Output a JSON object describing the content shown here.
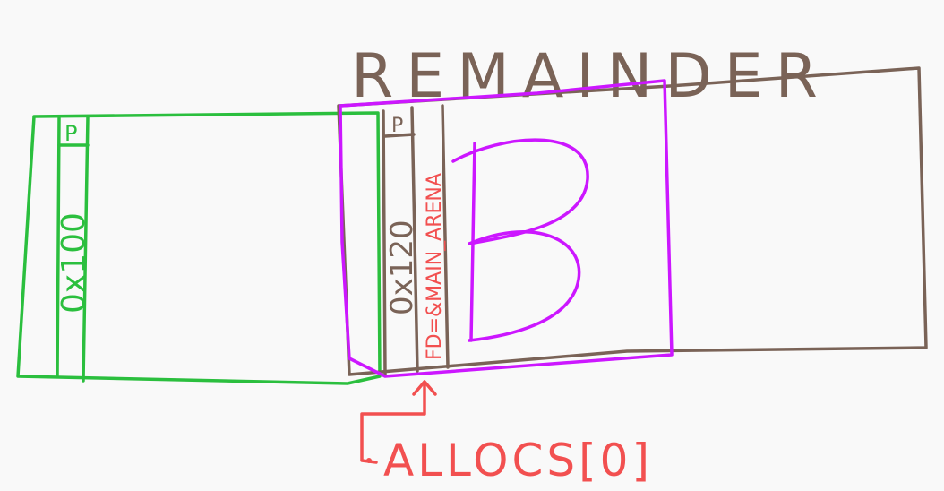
{
  "diagram": {
    "title": "REMAINDER",
    "green_chunk": {
      "size_label": "0x100",
      "flag_label": "P",
      "color": "#2bbf3e"
    },
    "remainder_chunk": {
      "size_label": "0x120",
      "flag_label": "P",
      "fd_label": "FD=&MAIN_ARENA",
      "color": "#7a6357"
    },
    "b_chunk": {
      "label": "B",
      "color": "#cc17ff"
    },
    "pointer": {
      "label": "ALLOCS[0]",
      "color": "#f25050"
    }
  }
}
